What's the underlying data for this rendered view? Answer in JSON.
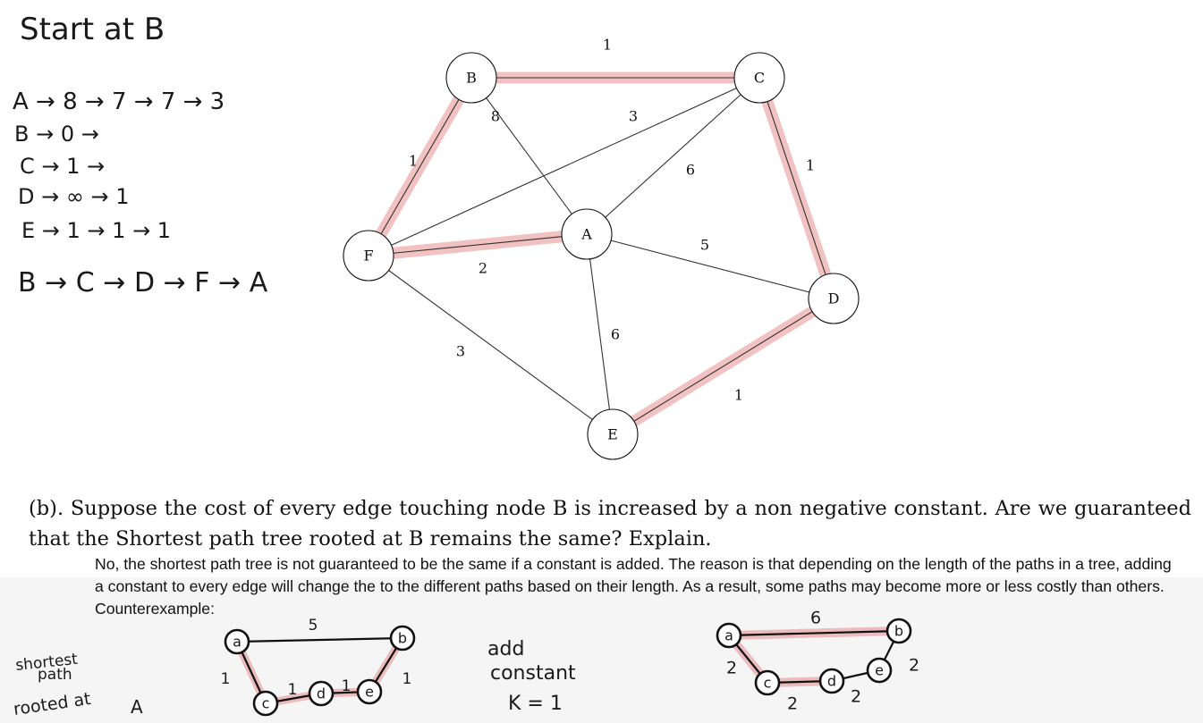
{
  "notes": {
    "title": "Start at B",
    "rows": [
      "A → 8 → 7 → 7 → 3",
      "B → 0 →",
      "C → 1 →",
      "D → ∞ → 1",
      "E → 1 → 1 → 1"
    ],
    "order": "B → C → D → F → A"
  },
  "graph": {
    "nodes": [
      {
        "id": "B",
        "label": "B"
      },
      {
        "id": "C",
        "label": "C"
      },
      {
        "id": "A",
        "label": "A"
      },
      {
        "id": "F",
        "label": "F"
      },
      {
        "id": "D",
        "label": "D"
      },
      {
        "id": "E",
        "label": "E"
      }
    ],
    "edges": [
      {
        "from": "B",
        "to": "C",
        "weight": "1",
        "highlighted": true
      },
      {
        "from": "B",
        "to": "A",
        "weight": "8",
        "highlighted": false
      },
      {
        "from": "B",
        "to": "F",
        "weight": "1",
        "highlighted": true
      },
      {
        "from": "C",
        "to": "F",
        "weight": "3",
        "highlighted": false
      },
      {
        "from": "C",
        "to": "A",
        "weight": "6",
        "highlighted": false
      },
      {
        "from": "C",
        "to": "D",
        "weight": "1",
        "highlighted": true
      },
      {
        "from": "F",
        "to": "A",
        "weight": "2",
        "highlighted": true
      },
      {
        "from": "A",
        "to": "D",
        "weight": "5",
        "highlighted": false
      },
      {
        "from": "A",
        "to": "E",
        "weight": "6",
        "highlighted": false
      },
      {
        "from": "F",
        "to": "E",
        "weight": "3",
        "highlighted": false
      },
      {
        "from": "D",
        "to": "E",
        "weight": "1",
        "highlighted": true
      }
    ],
    "highlight_color": "#e06c6c"
  },
  "question": {
    "text": "(b). Suppose the cost of every edge touching node B is increased by a non negative constant. Are we guaranteed that the Shortest path tree rooted at B remains the same? Explain."
  },
  "answer": {
    "text": "No, the shortest path tree is not guaranteed to be the same if a constant is added. The reason is that depending on the length of the paths in a tree, adding a constant to every edge will change the to the different paths based on their length. As a result, some paths may become more or less costly than others. Counterexample:"
  },
  "sketch_left": {
    "caption_lines": [
      "shortest",
      "path",
      "rooted at",
      "A"
    ],
    "nodes": [
      {
        "id": "a",
        "label": "a"
      },
      {
        "id": "b",
        "label": "b"
      },
      {
        "id": "c",
        "label": "c"
      },
      {
        "id": "d",
        "label": "d"
      },
      {
        "id": "e",
        "label": "e"
      }
    ],
    "edges": [
      {
        "from": "a",
        "to": "b",
        "weight": "5",
        "highlighted": false
      },
      {
        "from": "a",
        "to": "c",
        "weight": "1",
        "highlighted": true
      },
      {
        "from": "c",
        "to": "d",
        "weight": "1",
        "highlighted": true
      },
      {
        "from": "d",
        "to": "e",
        "weight": "1",
        "highlighted": true
      },
      {
        "from": "e",
        "to": "b",
        "weight": "1",
        "highlighted": true
      }
    ]
  },
  "middle_note": {
    "lines": [
      "add",
      "constant",
      "K = 1"
    ]
  },
  "sketch_right": {
    "nodes": [
      {
        "id": "a",
        "label": "a"
      },
      {
        "id": "b",
        "label": "b"
      },
      {
        "id": "c",
        "label": "c"
      },
      {
        "id": "d",
        "label": "d"
      },
      {
        "id": "e",
        "label": "e"
      }
    ],
    "edges": [
      {
        "from": "a",
        "to": "b",
        "weight": "6",
        "highlighted": true
      },
      {
        "from": "a",
        "to": "c",
        "weight": "2",
        "highlighted": true
      },
      {
        "from": "c",
        "to": "d",
        "weight": "2",
        "highlighted": true
      },
      {
        "from": "d",
        "to": "e",
        "weight": "2",
        "highlighted": false
      },
      {
        "from": "e",
        "to": "b",
        "weight": "2",
        "highlighted": false
      }
    ]
  }
}
